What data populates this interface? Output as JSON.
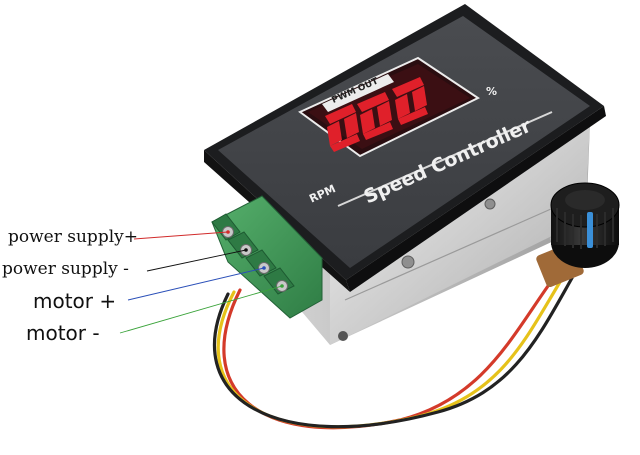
{
  "device": {
    "panel_title": "Speed Controller",
    "pwm_tag": "PWM OUT",
    "rpm_label": "RPM",
    "percent_symbol": "%",
    "display_digits": "888",
    "knob_color": "#1a1a1a",
    "knob_indicator_color": "#3a8fd8",
    "display_color": "#e0202a",
    "terminal_color": "#3f9a5a"
  },
  "wiring_labels": {
    "power_supply_plus": "power supply+",
    "power_supply_minus": "power supply -",
    "motor_plus": "motor +",
    "motor_minus": "motor -"
  },
  "wire_colors": {
    "power_supply_plus": "#d12b2b",
    "power_supply_minus": "#111111",
    "motor_plus": "#2a4fb8",
    "motor_minus": "#3aa33a"
  }
}
